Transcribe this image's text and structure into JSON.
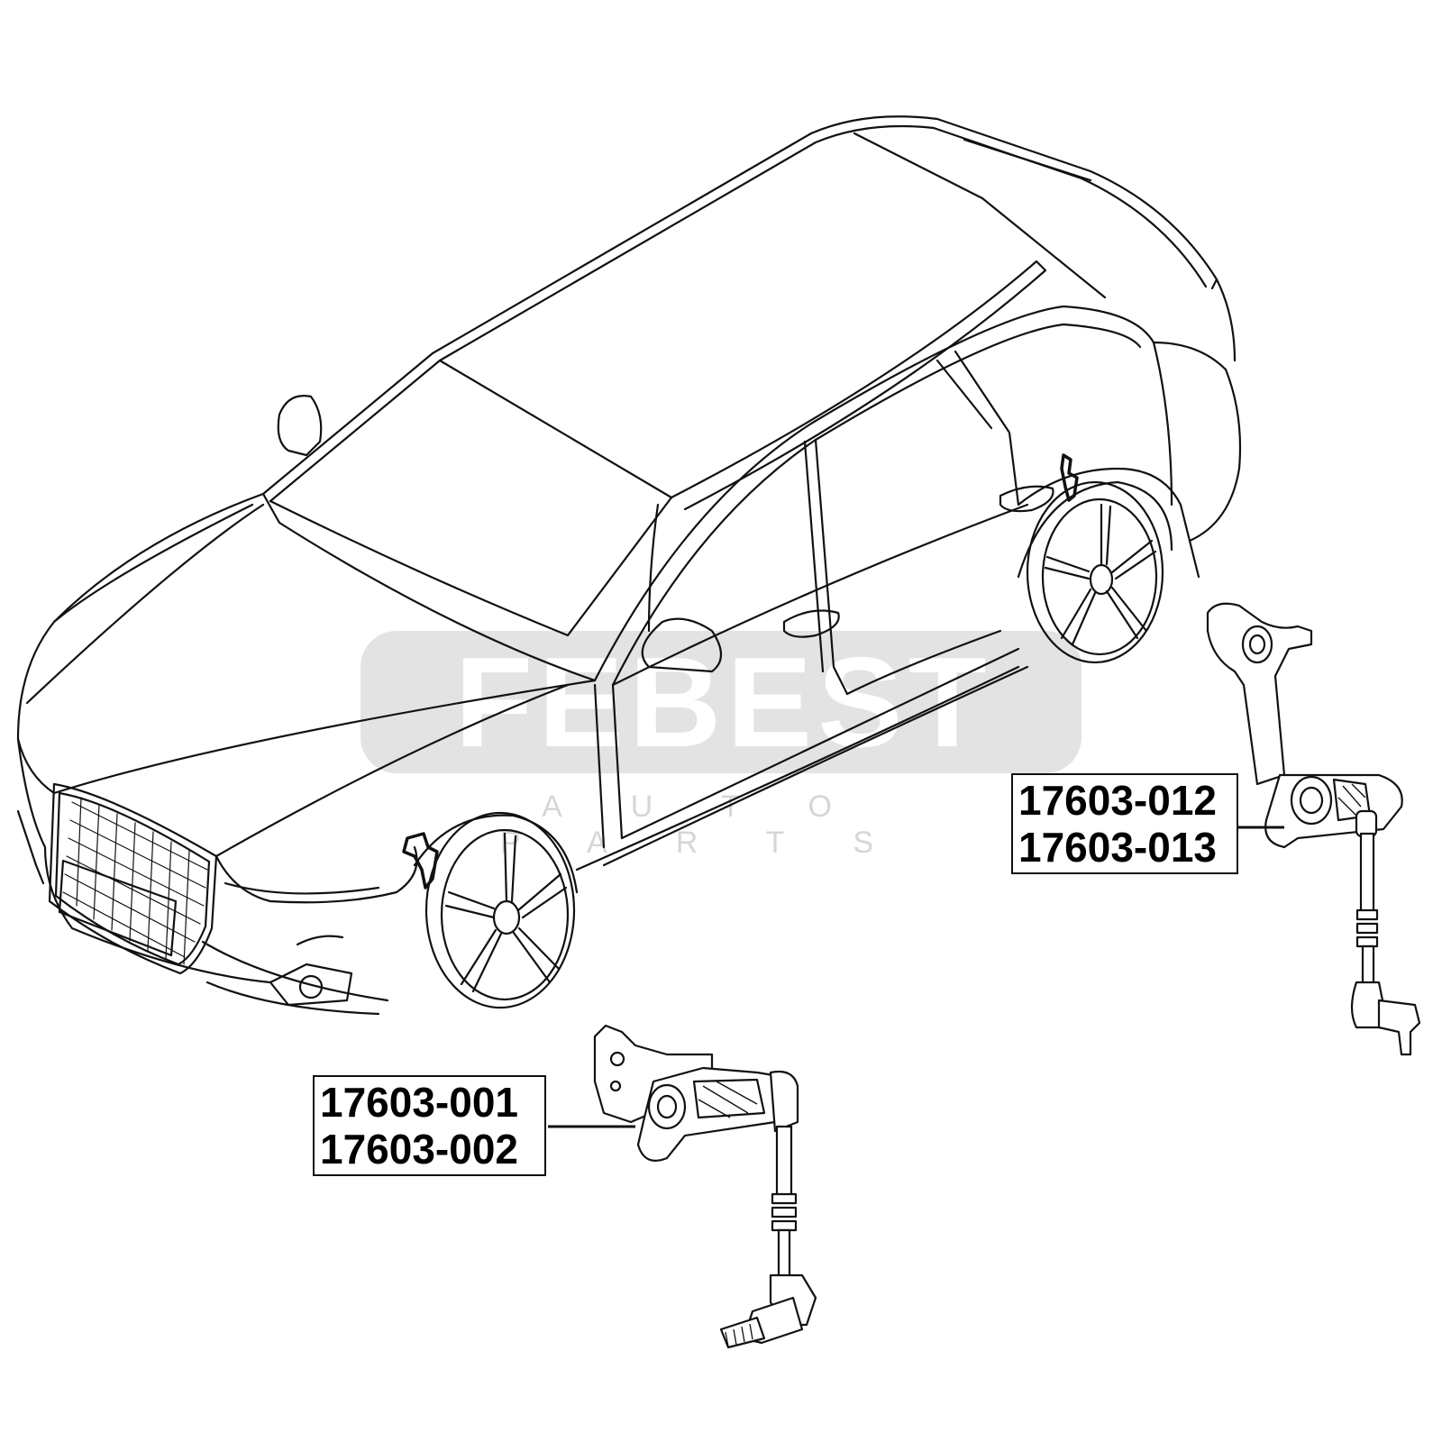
{
  "watermark": {
    "brand": "FEBEST",
    "subtitle": "AUTO PARTS"
  },
  "callouts": {
    "rear": {
      "line1": "17603-012",
      "line2": "17603-013"
    },
    "front": {
      "line1": "17603-001",
      "line2": "17603-002"
    }
  },
  "colors": {
    "line": "#111111",
    "watermark_fill": "#e3e3e3"
  },
  "icons": [
    "car-outline-drawing",
    "rear-level-sensor-drawing",
    "front-level-sensor-drawing"
  ]
}
